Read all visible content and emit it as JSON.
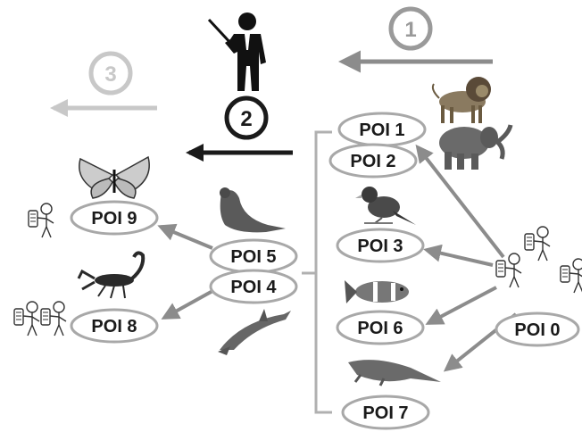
{
  "pois": {
    "poi0": "POI 0",
    "poi1": "POI 1",
    "poi2": "POI 2",
    "poi3": "POI 3",
    "poi4": "POI 4",
    "poi5": "POI 5",
    "poi6": "POI 6",
    "poi7": "POI 7",
    "poi8": "POI 8",
    "poi9": "POI 9"
  },
  "steps": {
    "step1": "1",
    "step2": "2",
    "step3": "3"
  },
  "icons": {
    "poi1": "lion-icon",
    "poi2": "elephant-icon",
    "poi3": "bird-icon",
    "poi6": "fish-icon",
    "poi7": "crocodile-icon",
    "poi5": "sea-lion-icon",
    "poi4": "dolphin-icon",
    "poi9": "butterfly-icon",
    "poi8": "scorpion-icon",
    "guide": "guide-with-pointer-icon",
    "visitor": "visitor-with-phone-icon"
  },
  "colors": {
    "ellipse_stroke": "#a8a8a8",
    "arrow_gray": "#8c8c8c",
    "arrow_light": "#c8c8c8",
    "arrow_dark": "#1a1a1a",
    "step1": "#9a9a9a",
    "step2": "#1a1a1a",
    "step3": "#c8c8c8"
  }
}
